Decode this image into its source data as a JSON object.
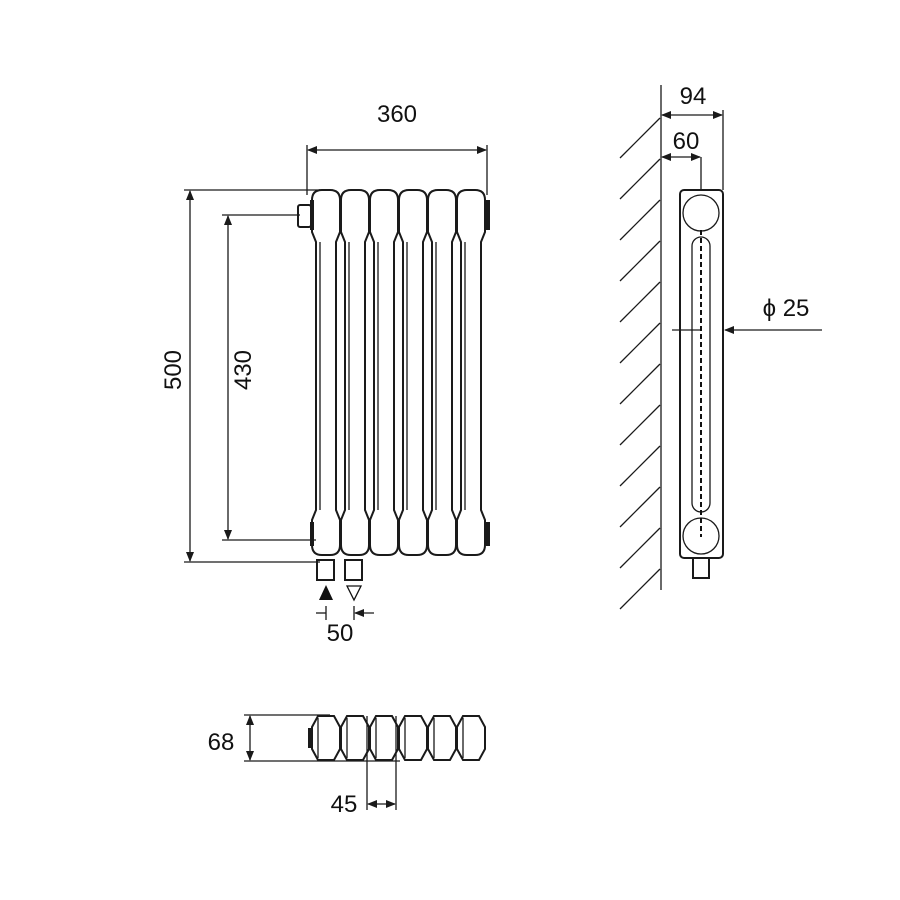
{
  "colors": {
    "line": "#1a1a1a",
    "background": "#ffffff"
  },
  "front_view": {
    "sections": 6,
    "dims": {
      "width": "360",
      "height": "500",
      "axis_distance": "430",
      "pipe_spacing": "50"
    }
  },
  "side_view": {
    "dims": {
      "depth": "94",
      "wall_to_axis": "60",
      "connection": "ϕ 25"
    }
  },
  "top_view": {
    "dims": {
      "depth": "68",
      "section_pitch": "45"
    }
  }
}
